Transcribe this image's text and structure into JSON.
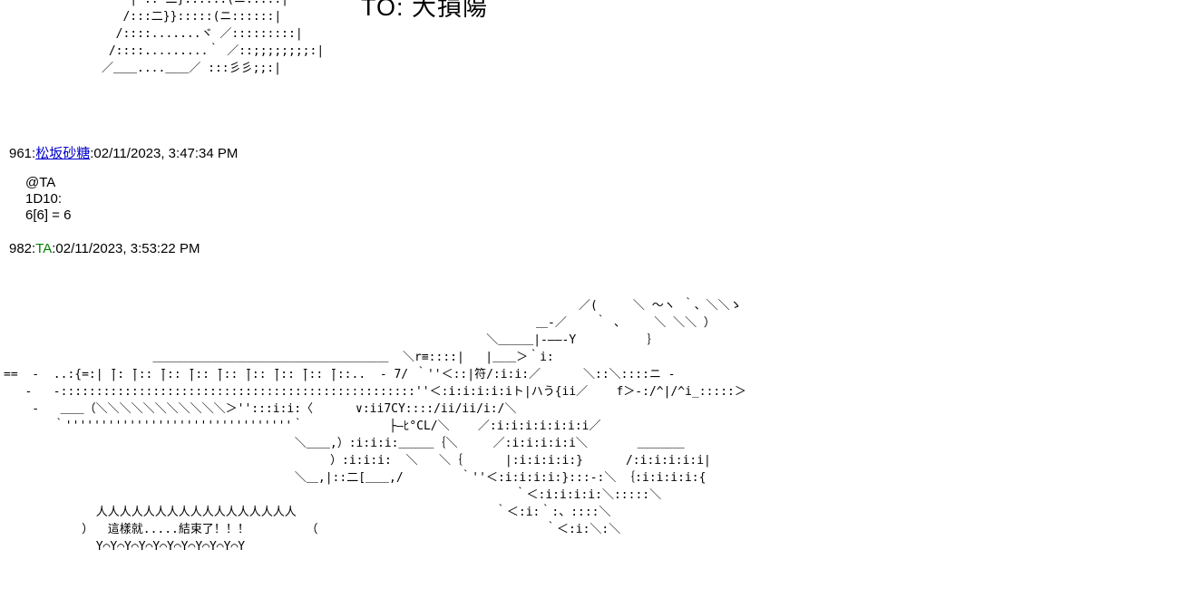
{
  "page": {
    "background": "#ffffff"
  },
  "colors": {
    "link_blue": "#0000cc",
    "name_green": "#008000",
    "text": "#000000"
  },
  "previous_post": {
    "large_text": "TO: 大損陽",
    "art_lines": [
      "    |':: ̄二}::::::(ニ.....|",
      "   /:::二}}:::::(ニ::::::|",
      "  /::::.......ヾ ／:::::::::|",
      " /::::.........｀ ／::;;;;;;;;:|",
      "／＿＿....＿＿／ :::彡彡;;:|"
    ]
  },
  "post_961": {
    "number_label": "961:",
    "name": "松坂砂糖",
    "timestamp_label": ":02/11/2023, 3:47:34 PM",
    "body_lines": [
      "@TA",
      "1D10:",
      "6[6] = 6"
    ]
  },
  "post_982": {
    "number_label": "982:",
    "name": "TA",
    "timestamp_label": ":02/11/2023, 3:53:22 PM",
    "bubble_text": "這樣就.....結束了！！！",
    "art_lines": [
      "                                                                                 ／(     ＼ ～ヽ ｀、＼＼ゝ",
      "                                                                           ＿-／    ｀ 、    ＼ ＼＼ ）",
      "                                                                    ＼＿＿＿|-――‐Y          ｝",
      "                     ＿＿＿＿＿＿＿＿＿＿＿＿＿＿＿＿＿＿＿＿  ＼r≡::::|   |＿＿＞｀i:",
      "==  -  ..:{=:| ̄|: ̄|:: ̄|:: ̄|:: ̄|:: ̄|:: ̄|:: ̄|:: ̄|::..  - 7/ ｀''＜::|符/:i:i:／      ＼::＼::::ニ -",
      "   -   -::::::::::::::::::::::::::::::::::::::::::::::::::''＜:i:i:i:i:iト|ハう{ii／    f＞-:/^|/^i_:::::＞",
      "    -   ＿＿（＼＼＼＼＼＼＼＼＼＼＼＞'':::i:i:〈      ∨:ii7CY::::/ii/ii/i:/＼",
      "       ｀''''''''''''''''''''''''''''''''｀            ├―ﾋ°CL/＼    ／:i:i:i:i:i:i:i／",
      "                                         ＼＿＿,）:i:i:i:＿＿＿｛＼     ／:i:i:i:i:i＼       ＿＿＿＿",
      "                                              ）:i:i:i:  ＼   ＼｛      |:i:i:i:i:}      /:i:i:i:i:i|",
      "                                         ＼＿,|::二[＿＿,/        ｀''＜:i:i:i:i:}:::-:＼ ｛:i:i:i:i:{",
      "                                                                        ｀＜:i:i:i:i:＼:::::＼",
      "             人人人人人人人人人人人人人人人人人                            ｀＜:i:｀:、::::＼",
      "           ）  這樣就.....結束了！！！        （                                ｀＜:i:＼:＼",
      "             Y⌒Y⌒Y⌒Y⌒Y⌒Y⌒Y⌒Y⌒Y⌒Y⌒Y"
    ]
  }
}
